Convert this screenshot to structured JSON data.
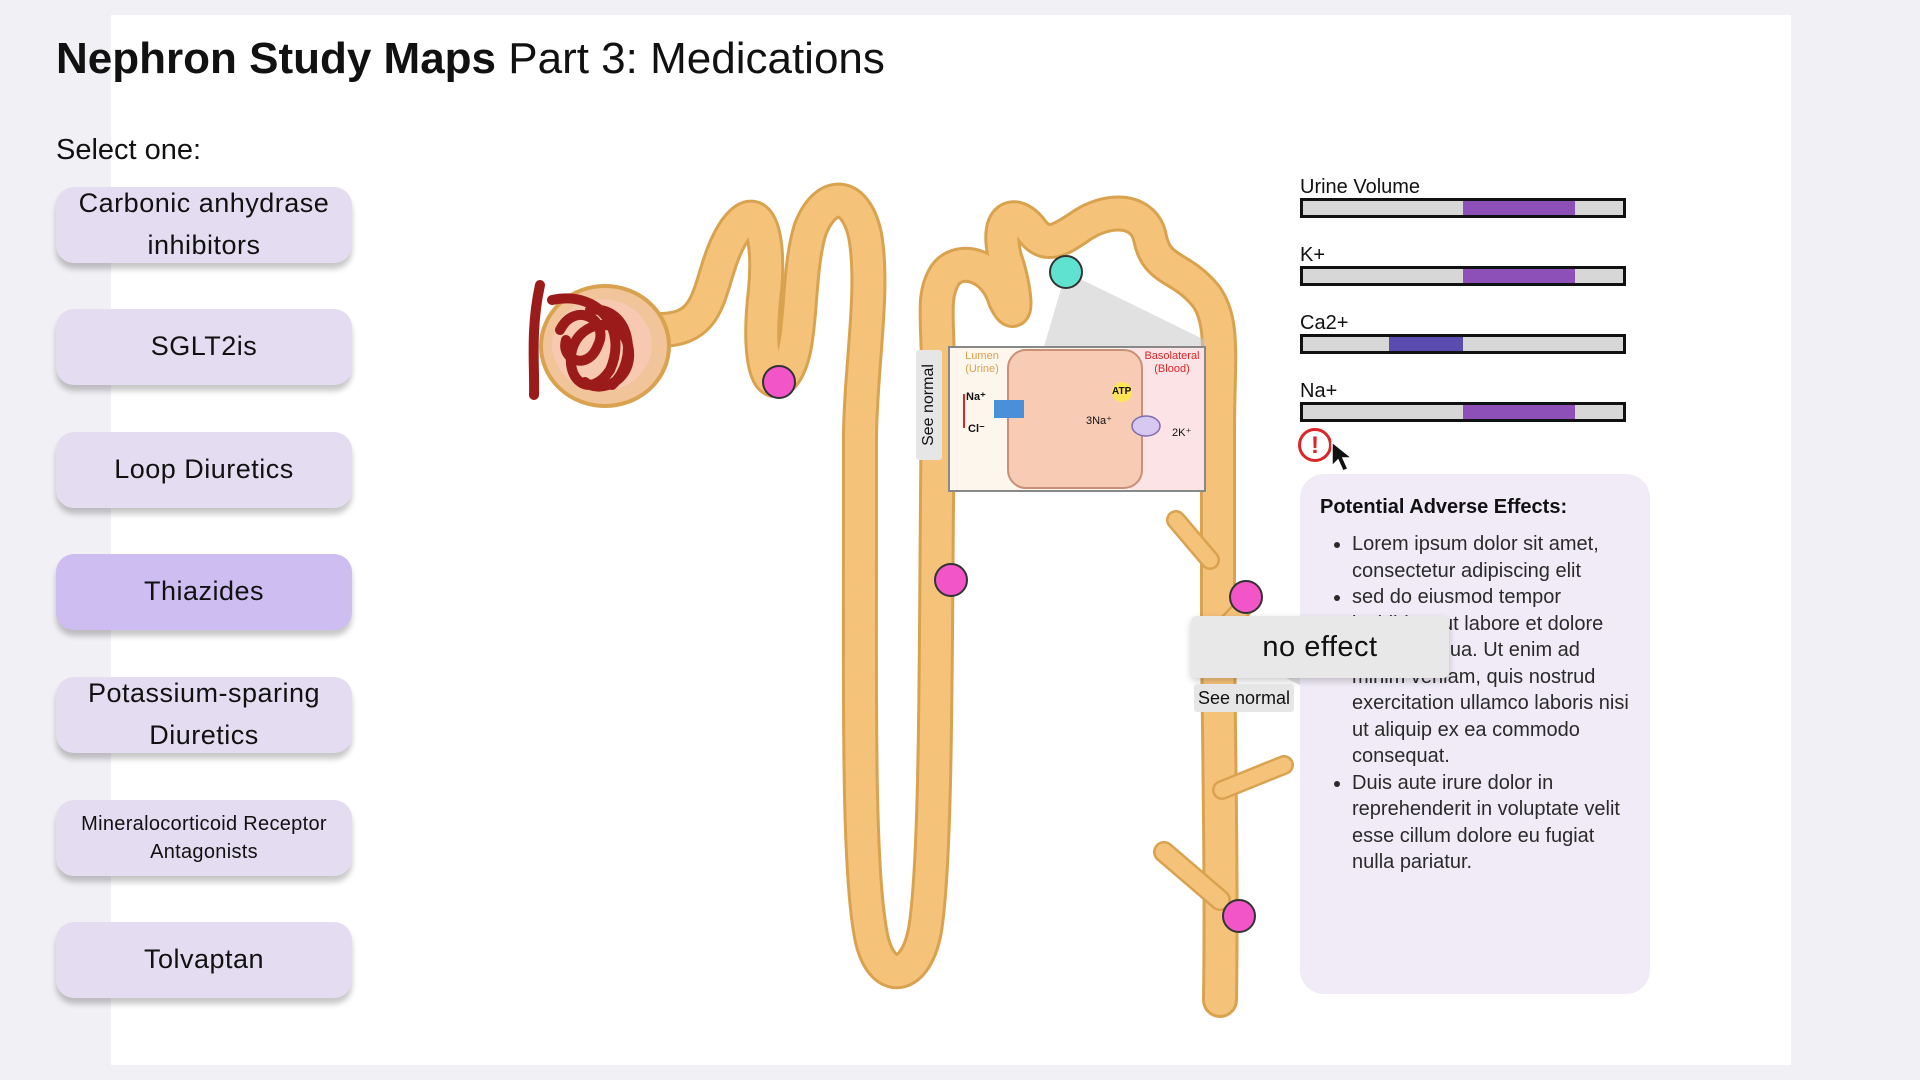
{
  "title": {
    "bold": "Nephron Study Maps",
    "regular": "Part 3: Medications"
  },
  "select_label": "Select one:",
  "medications": [
    {
      "label": "Carbonic anhydrase inhibitors",
      "selected": false
    },
    {
      "label": "SGLT2is",
      "selected": false
    },
    {
      "label": "Loop Diuretics",
      "selected": false
    },
    {
      "label": "Thiazides",
      "selected": true
    },
    {
      "label": "Potassium-sparing Diuretics",
      "selected": false
    },
    {
      "label": "Mineralocorticoid Receptor Antagonists",
      "selected": false
    },
    {
      "label": "Tolvaptan",
      "selected": false
    }
  ],
  "meters": [
    {
      "label": "Urine Volume",
      "fill_start": 0.5,
      "fill_end": 0.85,
      "color": "#8d4fb8"
    },
    {
      "label": "K+",
      "fill_start": 0.5,
      "fill_end": 0.85,
      "color": "#8d4fb8"
    },
    {
      "label": "Ca2+",
      "fill_start": 0.27,
      "fill_end": 0.5,
      "color": "#5a4bb0"
    },
    {
      "label": "Na+",
      "fill_start": 0.5,
      "fill_end": 0.85,
      "color": "#8d4fb8"
    }
  ],
  "adverse": {
    "title": "Potential Adverse Effects:",
    "items": [
      "Lorem ipsum dolor sit amet, consectetur adipiscing elit",
      "sed do eiusmod  tempor incididunt ut labore et dolore magna aliqua. Ut enim ad minim  veniam, quis nostrud exercitation ullamco laboris nisi ut aliquip ex ea  commodo consequat.",
      "Duis aute irure dolor in reprehenderit in voluptate velit esse cillum dolore eu fugiat nulla pariatur."
    ]
  },
  "tooltip": {
    "text": "no effect",
    "see_normal": "See normal"
  },
  "inset": {
    "see_normal": "See normal",
    "lumen": "Lumen (Urine)",
    "basolateral": "Basolateral (Blood)",
    "na": "Na⁺",
    "cl": "Cl⁻",
    "atp": "ATP",
    "three_na": "3Na⁺",
    "two_k": "2K⁺"
  },
  "colors": {
    "tubule": "#f5c27a",
    "tubule_outline": "#d9a24f",
    "glomerulus": "#9b1b1b",
    "marker_pink": "#f255c8",
    "marker_teal": "#5fe3d0",
    "button_bg": "#e4dcf0",
    "button_active": "#cdbdf0",
    "warning": "#d9262a"
  },
  "icons": {
    "warning": "warning-icon",
    "cursor": "cursor-arrow-icon"
  }
}
